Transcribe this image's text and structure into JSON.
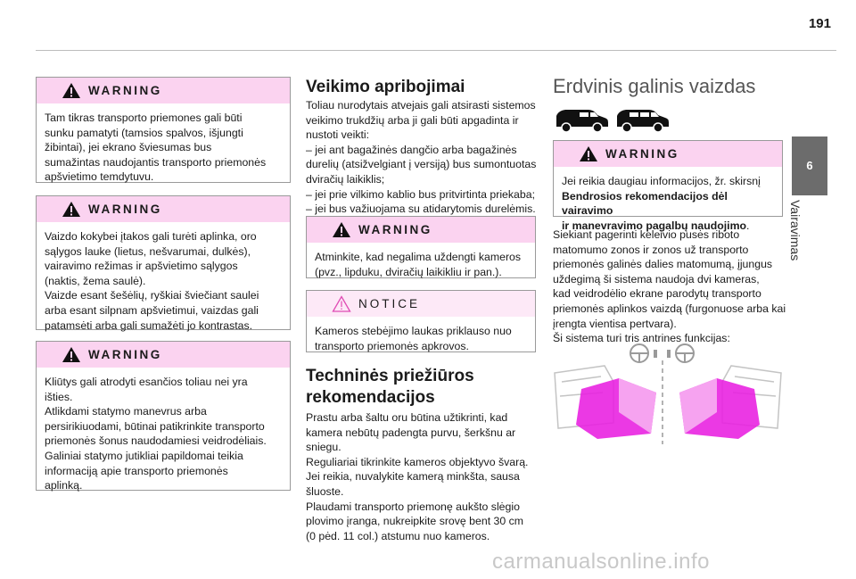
{
  "page_number": "191",
  "side_tab": {
    "number": "6",
    "label": "Vairavimas"
  },
  "col1": {
    "warnings": [
      {
        "title": "WARNING",
        "lines": [
          "Tam tikras transporto priemones gali būti",
          "sunku pamatyti (tamsios spalvos, išjungti",
          "žibintai), jei ekrano šviesumas bus",
          "sumažintas naudojantis transporto priemonės",
          "apšvietimo temdytuvu."
        ]
      },
      {
        "title": "WARNING",
        "lines": [
          "Vaizdo kokybei įtakos gali turėti aplinka, oro",
          "sąlygos lauke (lietus, nešvarumai, dulkės),",
          "vairavimo režimas ir apšvietimo sąlygos",
          "(naktis, žema saulė).",
          "Vaizde esant šešėlių, ryškiai šviečiant saulei",
          "arba esant silpnam apšvietimui, vaizdas gali",
          "patamsėti arba gali sumažėti jo kontrastas."
        ]
      },
      {
        "title": "WARNING",
        "lines": [
          "Kliūtys gali atrodyti esančios toliau nei yra",
          "išties.",
          "Atlikdami statymo manevrus arba",
          "persirikiuodami, būtinai patikrinkite transporto",
          "priemonės šonus naudodamiesi veidrodėliais.",
          "Galiniai statymo jutikliai papildomai teikia",
          "informaciją apie transporto priemonės",
          "aplinką."
        ]
      }
    ]
  },
  "col2": {
    "heading1": "Veikimo apribojimai",
    "para1": [
      "Toliau nurodytais atvejais gali atsirasti sistemos",
      "veikimo trukdžių arba ji gali būti apgadinta ir",
      "nustoti veikti:",
      "–  jei ant bagažinės dangčio arba bagažinės",
      "durelių (atsižvelgiant į versiją) bus sumontuotas",
      "dviračių laikiklis;",
      "–  jei prie vilkimo kablio bus pritvirtinta priekaba;",
      "–  jei bus važiuojama su atidarytomis durelėmis."
    ],
    "warning": {
      "title": "WARNING",
      "lines": [
        "Atminkite, kad negalima uždengti kameros",
        "(pvz., lipduku, dviračių laikikliu ir pan.)."
      ]
    },
    "notice": {
      "title": "NOTICE",
      "lines": [
        "Kameros stebėjimo laukas priklauso nuo",
        "transporto priemonės apkrovos."
      ]
    },
    "heading2_lines": [
      "Techninės priežiūros",
      "rekomendacijos"
    ],
    "para2": [
      "Prastu arba šaltu oru būtina užtikrinti, kad",
      "kamera nebūtų padengta purvu, šerkšnu ar",
      "sniegu.",
      "Reguliariai tikrinkite kameros objektyvo švarą.",
      "Jei reikia, nuvalykite kamerą minkšta, sausa",
      "šluoste.",
      "Plaudami transporto priemonę aukšto slėgio",
      "plovimo įranga, nukreipkite srovę bent 30 cm",
      "(0 pėd. 11 col.) atstumu nuo kameros."
    ]
  },
  "col3": {
    "heading": "Erdvinis galinis vaizdas",
    "warning": {
      "title": "WARNING",
      "line1": "Jei reikia daugiau informacijos, žr. skirsnį",
      "bold1": "Bendrosios rekomendacijos dėl vairavimo",
      "bold2": "ir manevravimo pagalbų naudojimo",
      "end": "."
    },
    "para": [
      "Siekiant pagerinti keleivio pusės riboto",
      "matomumo zonos ir zonos už transporto",
      "priemonės galinės dalies matomumą, įjungus",
      "uždegimą ši sistema naudoja dvi kameras,",
      "kad veidrodėlio ekrane parodytų transporto",
      "priemonės aplinkos vaizdą (furgonuose arba kai",
      "įrengta vientisa pertvara).",
      "Ši sistema turi tris antrines funkcijas:"
    ]
  },
  "watermark": "carmanualsonline.info",
  "colors": {
    "warning_header": "#fbd3f0",
    "notice_header": "#fde9f7",
    "magenta": "#e81ee0",
    "tab": "#6c6c6c"
  },
  "icons": [
    "warning-triangle-icon",
    "notice-triangle-icon",
    "van-icon",
    "camera-zone-illustration"
  ]
}
